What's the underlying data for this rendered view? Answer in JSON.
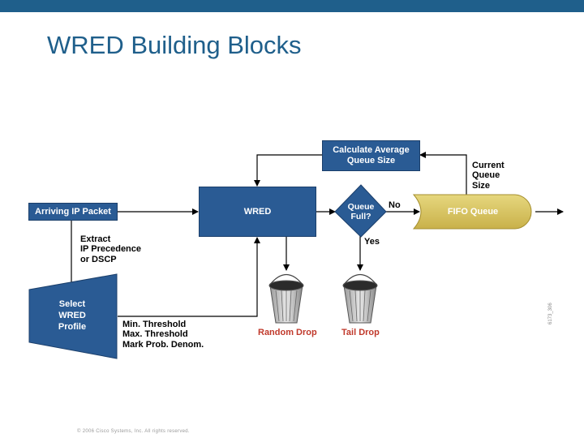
{
  "slide": {
    "title": "WRED Building Blocks",
    "copyright": "© 2006 Cisco Systems, Inc. All rights reserved.",
    "side_id": "6173_306"
  },
  "diagram": {
    "calc_avg": "Calculate Average Queue Size",
    "current_queue": [
      "Current",
      "Queue",
      "Size"
    ],
    "arriving": "Arriving IP Packet",
    "wred": "WRED",
    "queue_full": [
      "Queue",
      "Full?"
    ],
    "no": "No",
    "yes": "Yes",
    "fifo": "FIFO Queue",
    "extract": [
      "Extract",
      "IP Precedence",
      "or DSCP"
    ],
    "select_profile": [
      "Select",
      "WRED",
      "Profile"
    ],
    "thresholds": [
      "Min. Threshold",
      "Max. Threshold",
      "Mark Prob. Denom."
    ],
    "random_drop": "Random Drop",
    "tail_drop": "Tail Drop"
  },
  "colors": {
    "box_blue": "#2a5b94",
    "fifo_gold": "#d6c25c",
    "title_blue": "#1f5f8b",
    "drop_red": "#c0392b"
  }
}
